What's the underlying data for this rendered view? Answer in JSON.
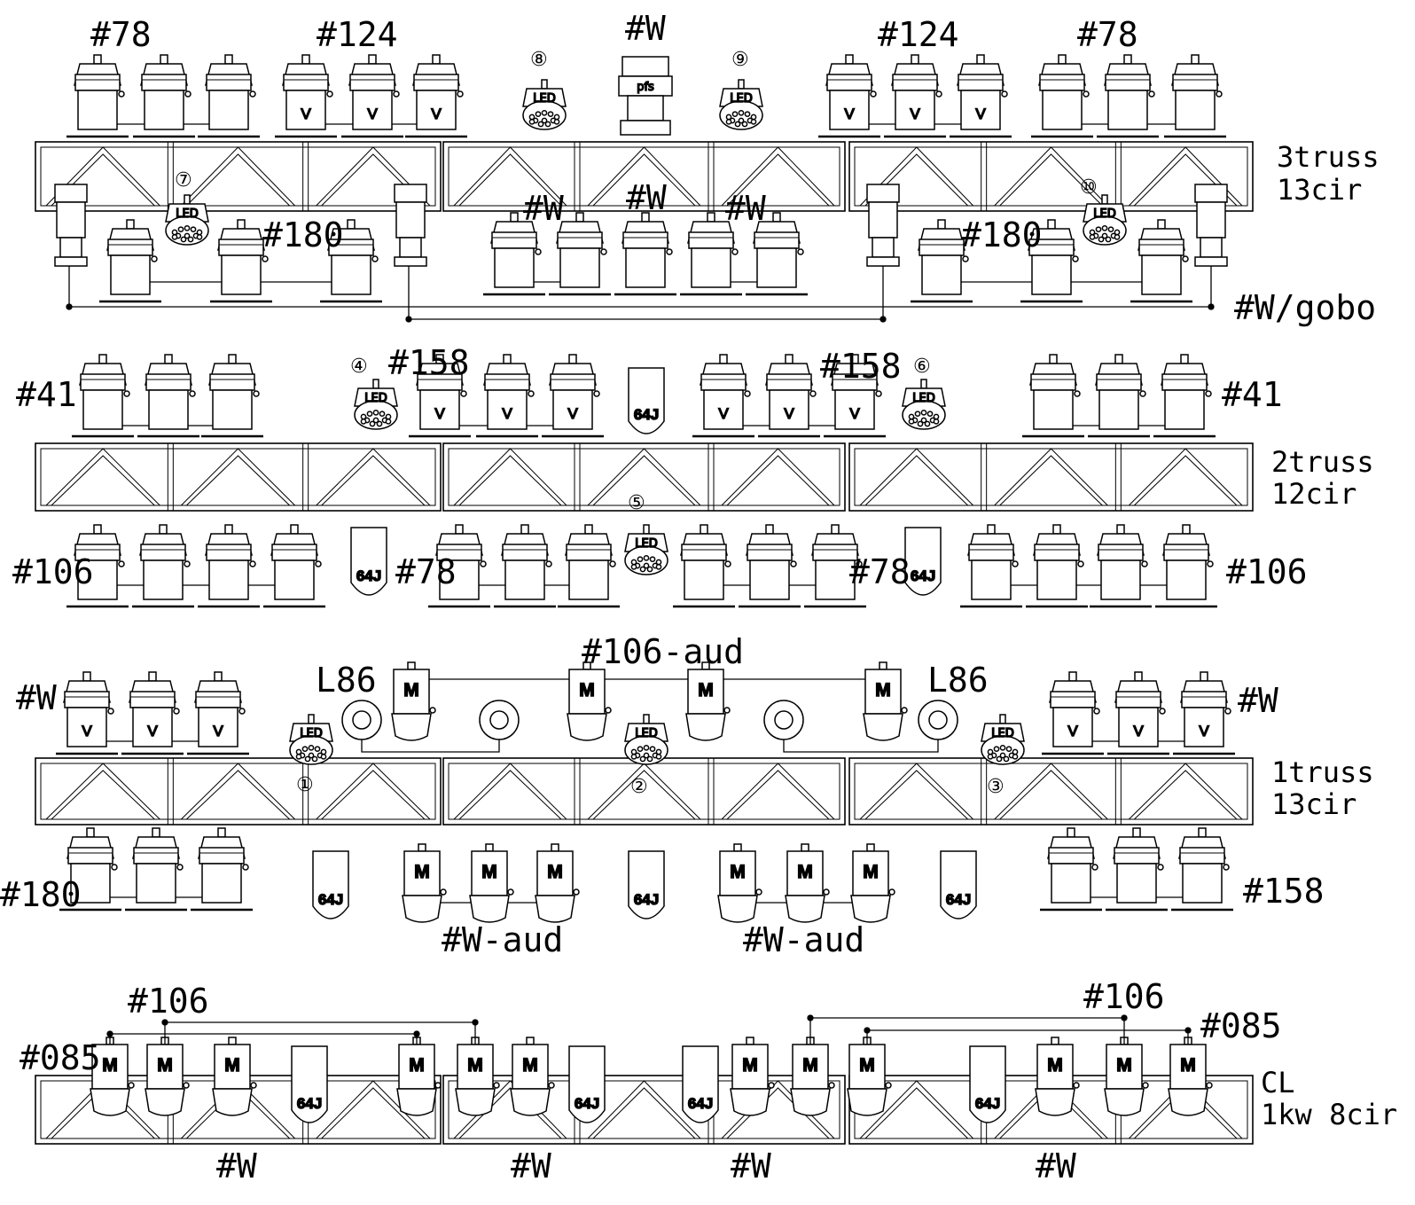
{
  "trusses": [
    {
      "id": "3truss",
      "label_line1": "3truss",
      "label_line2": "13cir"
    },
    {
      "id": "2truss",
      "label_line1": "2truss",
      "label_line2": "12cir"
    },
    {
      "id": "1truss",
      "label_line1": "1truss",
      "label_line2": "13cir"
    },
    {
      "id": "cl",
      "label_line1": "CL",
      "label_line2": "1kw 8cir"
    }
  ],
  "labels": {
    "t3_78_left": "#78",
    "t3_124_left": "#124",
    "t3_w_top": "#W",
    "t3_124_right": "#124",
    "t3_78_right": "#78",
    "t3_180_left": "#180",
    "t3_w_a": "#W",
    "t3_w_b": "#W",
    "t3_w_c": "#W",
    "t3_180_right": "#180",
    "t3_wgobo": "#W/gobo",
    "t2_41_left": "#41",
    "t2_158_left": "#158",
    "t2_158_right": "#158",
    "t2_41_right": "#41",
    "t2_106_left": "#106",
    "t2_78_left": "#78",
    "t2_78_right": "#78",
    "t2_106_right": "#106",
    "t1_w_left": "#W",
    "t1_l86_left": "L86",
    "t1_106aud": "#106-aud",
    "t1_l86_right": "L86",
    "t1_w_right": "#W",
    "t1_180": "#180",
    "t1_waud_left": "#W-aud",
    "t1_waud_right": "#W-aud",
    "t1_158": "#158",
    "cl_106_left": "#106",
    "cl_085_left": "#085",
    "cl_106_right": "#106",
    "cl_085_right": "#085",
    "cl_w_1": "#W",
    "cl_w_2": "#W",
    "cl_w_3": "#W",
    "cl_w_4": "#W"
  },
  "led_numbers": {
    "n1": "①",
    "n2": "②",
    "n3": "③",
    "n4": "④",
    "n5": "⑤",
    "n6": "⑥",
    "n7": "⑦",
    "n8": "⑧",
    "n9": "⑨",
    "n10": "⑩"
  },
  "fixture_text": {
    "led": "LED",
    "v": "V",
    "m": "M",
    "pfs": "pfs",
    "par64j": "64J"
  }
}
